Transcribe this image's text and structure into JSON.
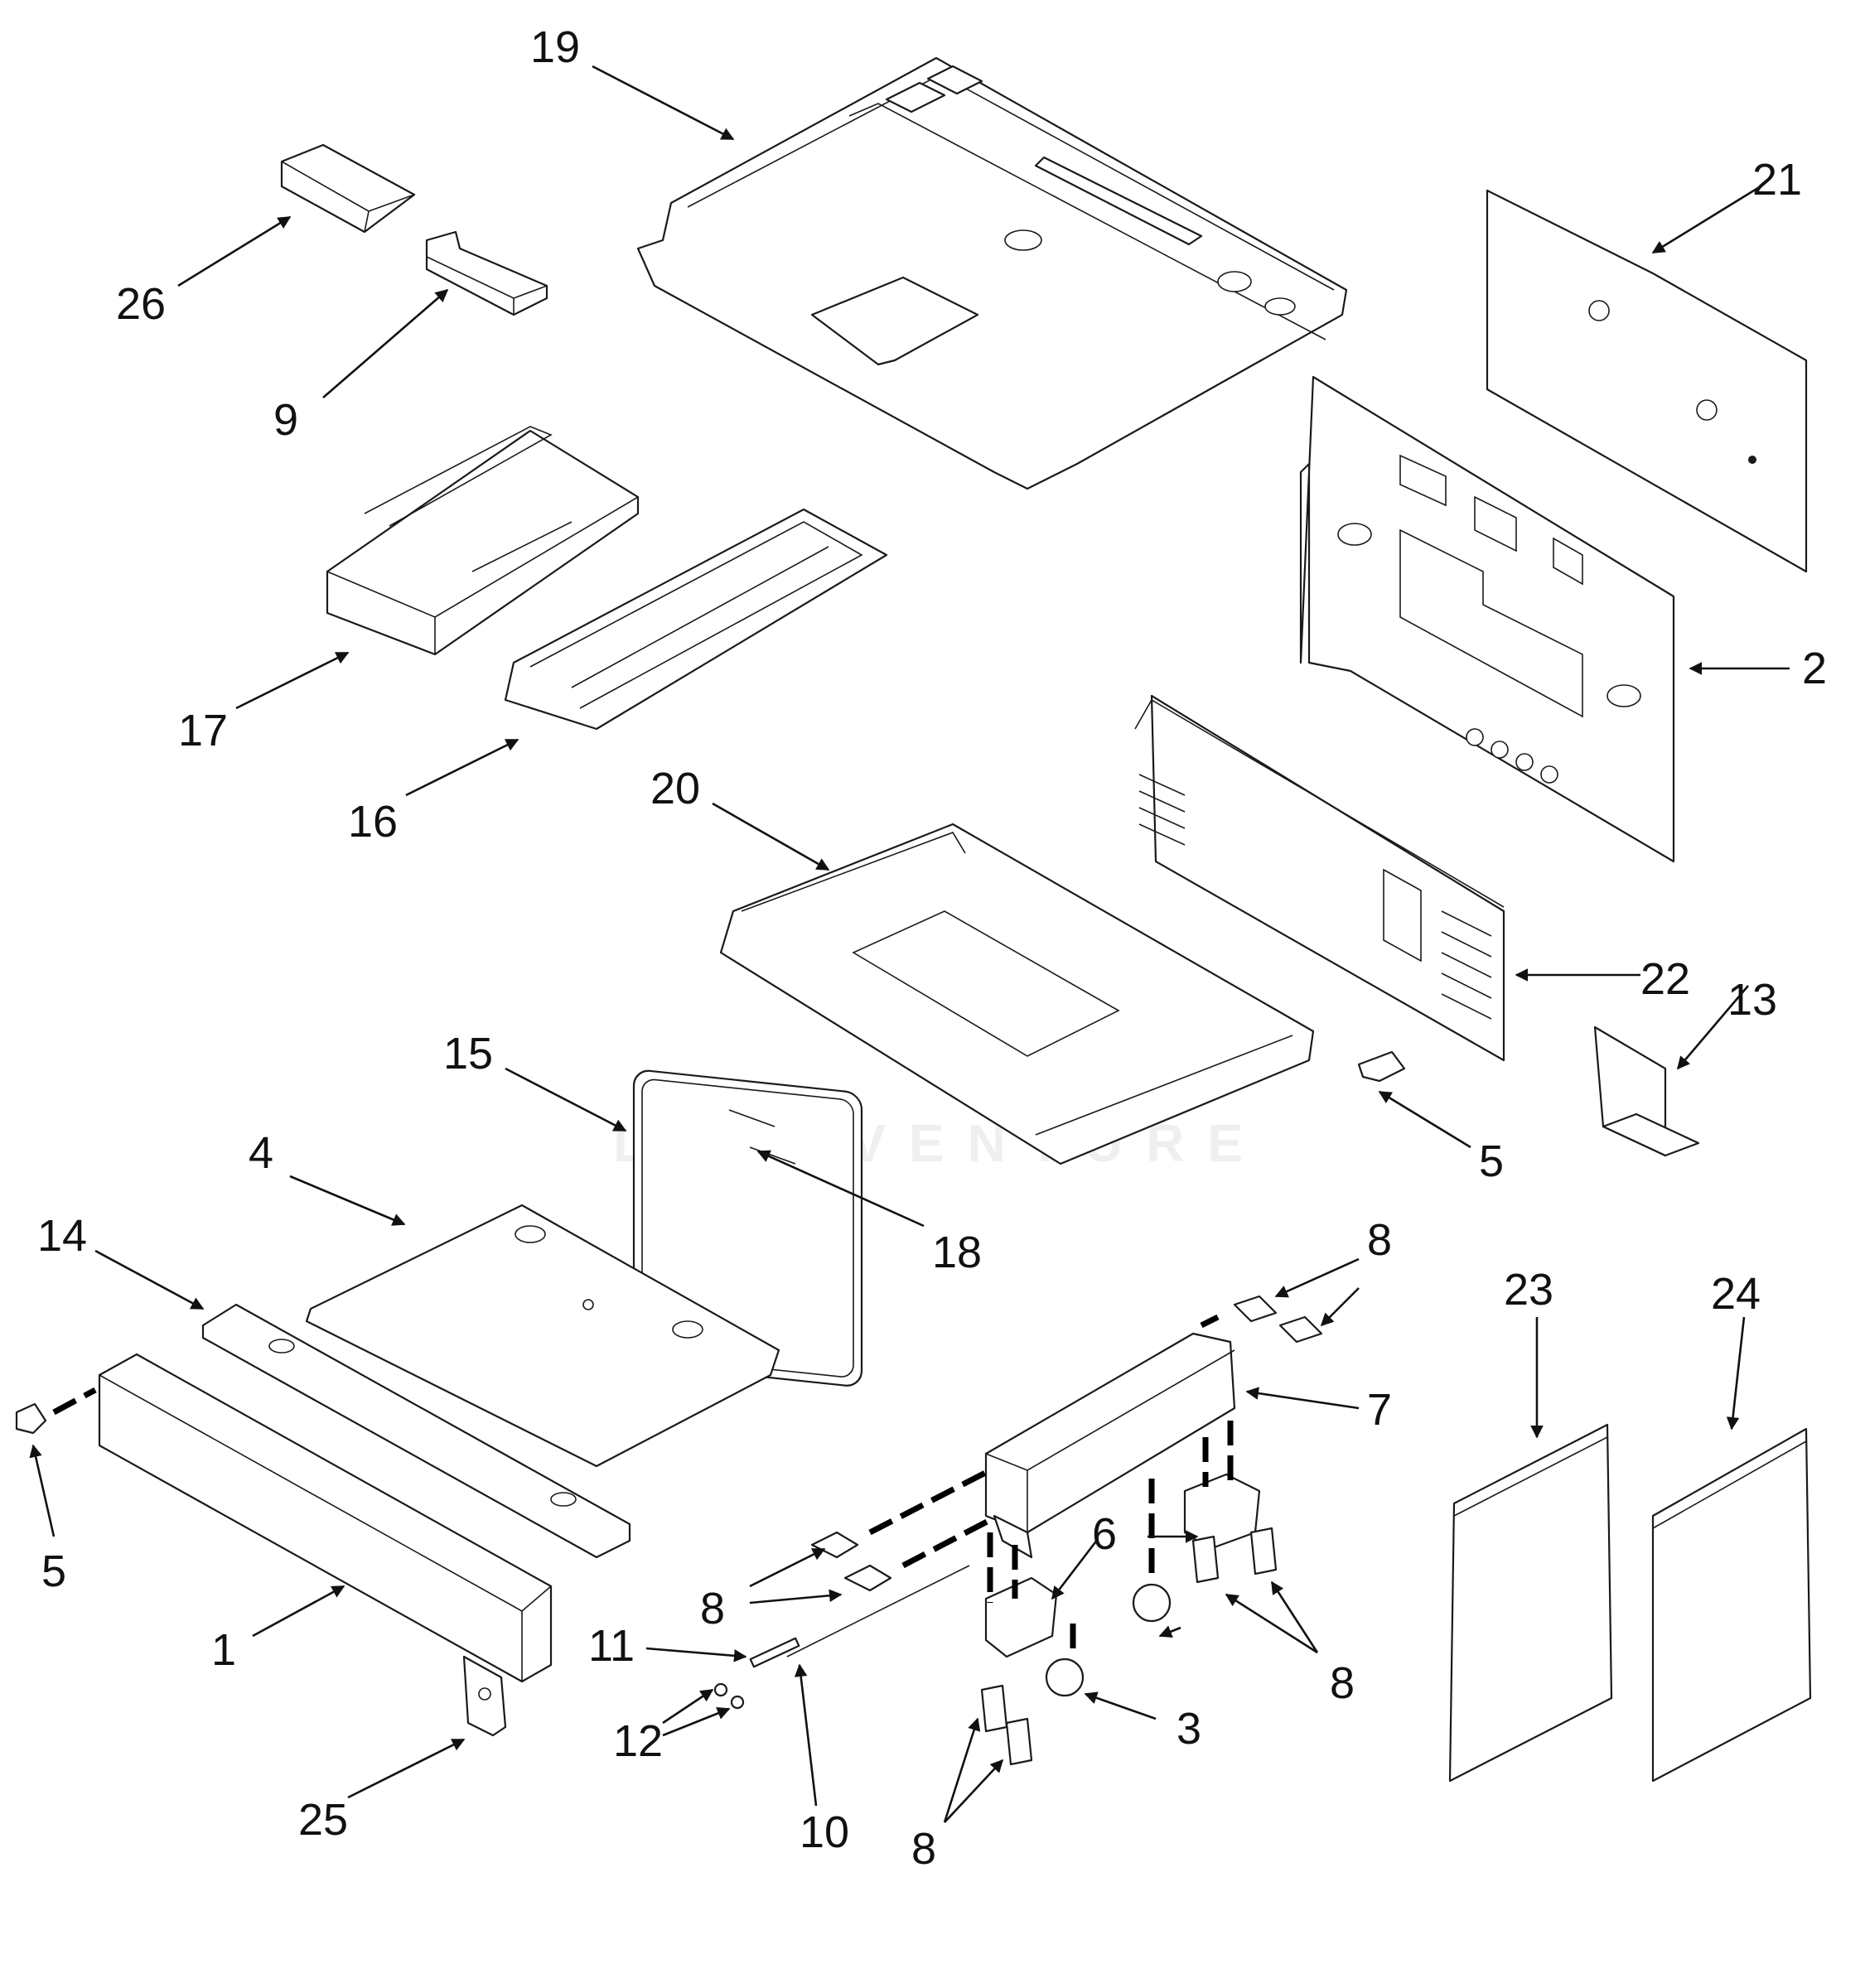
{
  "diagram": {
    "watermark": "LEADVENTURE",
    "callouts": [
      {
        "id": "c19",
        "label": "19"
      },
      {
        "id": "c26",
        "label": "26"
      },
      {
        "id": "c9",
        "label": "9"
      },
      {
        "id": "c21",
        "label": "21"
      },
      {
        "id": "c17",
        "label": "17"
      },
      {
        "id": "c16",
        "label": "16"
      },
      {
        "id": "c2",
        "label": "2"
      },
      {
        "id": "c20",
        "label": "20"
      },
      {
        "id": "c22",
        "label": "22"
      },
      {
        "id": "c13",
        "label": "13"
      },
      {
        "id": "c15",
        "label": "15"
      },
      {
        "id": "c5a",
        "label": "5"
      },
      {
        "id": "c4",
        "label": "4"
      },
      {
        "id": "c18",
        "label": "18"
      },
      {
        "id": "c14",
        "label": "14"
      },
      {
        "id": "c8a",
        "label": "8"
      },
      {
        "id": "c23",
        "label": "23"
      },
      {
        "id": "c24",
        "label": "24"
      },
      {
        "id": "c7",
        "label": "7"
      },
      {
        "id": "c5b",
        "label": "5"
      },
      {
        "id": "c6",
        "label": "6"
      },
      {
        "id": "c8b",
        "label": "8"
      },
      {
        "id": "c1",
        "label": "1"
      },
      {
        "id": "c11",
        "label": "11"
      },
      {
        "id": "c8c",
        "label": "8"
      },
      {
        "id": "c12",
        "label": "12"
      },
      {
        "id": "c3",
        "label": "3"
      },
      {
        "id": "c25",
        "label": "25"
      },
      {
        "id": "c10",
        "label": "10"
      },
      {
        "id": "c8d",
        "label": "8"
      }
    ]
  }
}
